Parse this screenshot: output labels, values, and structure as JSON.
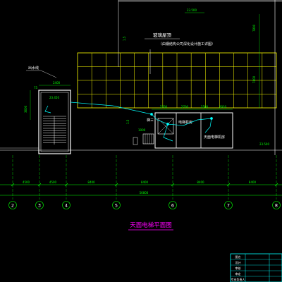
{
  "colors": {
    "background": "#000000",
    "wall": "#ffffff",
    "glass": "#ffff00",
    "axis": "#00ff00",
    "dimension": "#00ff00",
    "wire": "#00ffff",
    "stair": "#ffffff",
    "title": "#ff00ff",
    "equipment": "#ffffff",
    "label_text": "#ffffff",
    "titleblock": "#00ffff"
  },
  "top_elevation": "23.500",
  "right_elevation": "23.500",
  "skylight": {
    "label": "玻璃屋顶",
    "note": "（由钢结构公司深化设计施工详图）",
    "dim_left": "1.5",
    "dim_right_top": "7800",
    "dim_right_bottom": "7800"
  },
  "stair": {
    "label": "出水线",
    "elevation": "23.450",
    "dim_top": "2400",
    "dim_left": "75",
    "dim_left_side": "3600"
  },
  "rooms": {
    "elevator_label": "电梯机房",
    "machine_label": "天面电梯机房",
    "stair2_label": "梯三",
    "dims_top": [
      "2700",
      "2700",
      "2500",
      "2010"
    ],
    "dim_side_left": "1.5",
    "dim_small": "1000"
  },
  "axes": {
    "numbers": [
      "2",
      "3",
      "4",
      "5",
      "6",
      "7",
      "8"
    ],
    "spans": [
      "4500",
      "4500",
      "8400",
      "8400",
      "8400",
      "8400"
    ],
    "overall": "56800"
  },
  "title": "天面电梯平面图",
  "titleblock": {
    "rows": [
      "图名",
      "设计",
      "审核",
      "审定",
      "专业负责人"
    ]
  }
}
